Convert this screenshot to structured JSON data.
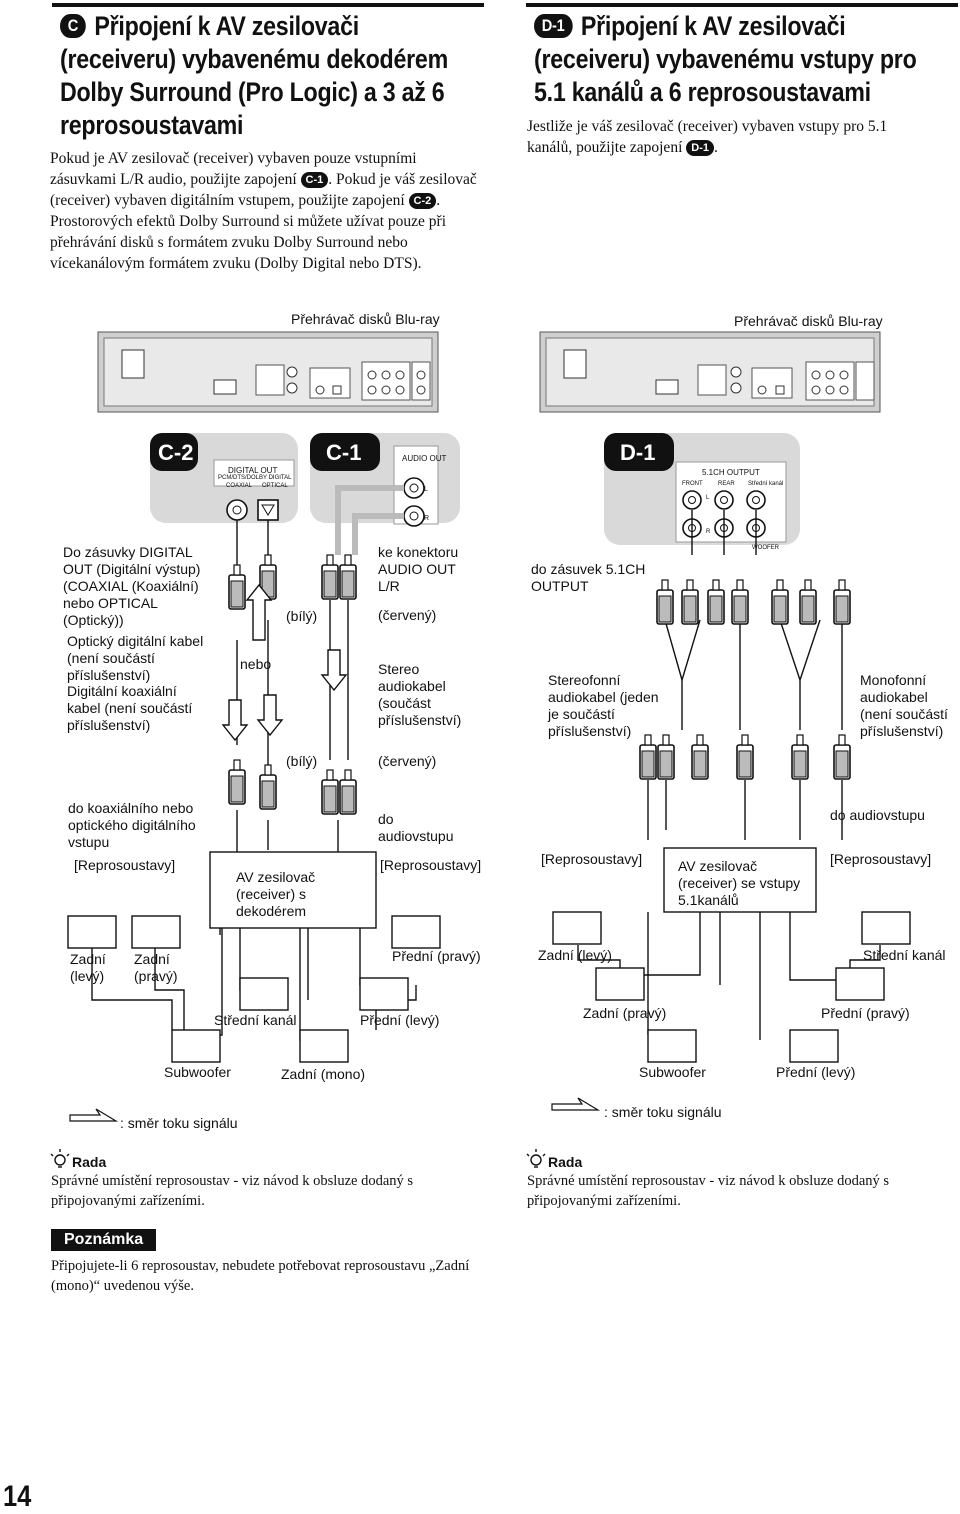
{
  "left": {
    "badge": "C",
    "title_lines": [
      "Připojení k AV zesilovači",
      "(receiveru) vybavenému dekodérem",
      "Dolby Surround (Pro Logic) a 3 až 6",
      "reprosoustavami"
    ],
    "p1_a": "Pokud je AV zesilovač (receiver) vybaven pouze vstupními zásuvkami L/R audio, použijte zapojení",
    "badge_c1": "C-1",
    "p1_b": ". Pokud je váš zesilovač (receiver) vybaven digitálním vstupem, použijte zapojení",
    "badge_c2": "C-2",
    "p1_c": ".",
    "p2": "Prostorových efektů Dolby Surround si můžete užívat pouze při přehrávání disků s formátem zvuku Dolby Surround nebo vícekanálovým formátem zvuku (Dolby Digital nebo DTS)."
  },
  "right": {
    "badge": "D-1",
    "title_lines": [
      "Připojení k AV zesilovači",
      "(receiveru) vybavenému vstupy pro",
      "5.1 kanálů a 6 reprosoustavami"
    ],
    "p1_a": "Jestliže je váš zesilovač (receiver) vybaven vstupy pro 5.1 kanálů, použijte zapojení",
    "badge_d1": "D-1",
    "p1_b": "."
  },
  "diagram_left": {
    "player_label": "Přehrávač disků Blu-ray",
    "c2_tag": "C-2",
    "c1_tag": "C-1",
    "digital_out": "DIGITAL OUT",
    "pcm": "PCM/DTS/DOLBY DIGITAL",
    "coaxial": "COAXIAL",
    "optical": "OPTICAL",
    "audio_out": "AUDIO OUT",
    "jack_l": "L",
    "jack_r": "R",
    "lbl_digital_out": "Do zásuvky DIGITAL OUT (Digitální výstup) (COAXIAL (Koaxiální) nebo OPTICAL (Optický))",
    "lbl_optical_cable": "Optický digitální kabel (není součástí příslušenství)",
    "lbl_coax_cable": "Digitální koaxiální kabel (není součástí příslušenství)",
    "nebo": "nebo",
    "bily1": "(bílý)",
    "bily2": "(bílý)",
    "ke_konektoru": "ke konektoru AUDIO OUT L/R",
    "cerveny1": "(červený)",
    "cerveny2": "(červený)",
    "stereo_cable": "Stereo audiokabel (součást příslušenství)",
    "to_coax_optical": "do koaxiálního nebo optického digitálního vstupu",
    "to_audio_in": "do audiovstupu",
    "speakers1": "[Reprosoustavy]",
    "speakers2": "[Reprosoustavy]",
    "receiver": "AV zesilovač (receiver) s dekodérem",
    "rear_left": "Zadní (levý)",
    "rear_right": "Zadní (pravý)",
    "front_right": "Přední (pravý)",
    "center": "Střední kanál",
    "front_left": "Přední (levý)",
    "subwoofer": "Subwoofer",
    "rear_mono": "Zadní (mono)",
    "signal_flow": ": směr toku signálu"
  },
  "diagram_right": {
    "player_label": "Přehrávač disků Blu-ray",
    "d1_tag": "D-1",
    "ch_output": "5.1CH OUTPUT",
    "front": "FRONT",
    "rear": "REAR",
    "center": "Střední kanál",
    "jack_l": "L",
    "jack_r": "R",
    "woofer": "WOOFER",
    "to_51": "do zásuvek 5.1CH OUTPUT",
    "stereo_cable": "Stereofonní audiokabel (jeden je součástí příslušenství)",
    "mono_cable": "Monofonní audiokabel (není součástí příslušenství)",
    "to_audio_in": "do audiovstupu",
    "speakers1": "[Reprosoustavy]",
    "speakers2": "[Reprosoustavy]",
    "receiver": "AV zesilovač (receiver) se vstupy 5.1kanálů",
    "rear_left": "Zadní (levý)",
    "rear_right": "Zadní (pravý)",
    "front_right": "Přední (pravý)",
    "subwoofer": "Subwoofer",
    "front_left": "Přední (levý)",
    "signal_flow": ": směr toku signálu"
  },
  "tips": {
    "left_heading": "Rada",
    "left_body": "Správné umístění reprosoustav - viz návod k obsluze dodaný s připojovanými zařízeními.",
    "right_heading": "Rada",
    "right_body": "Správné umístění reprosoustav - viz návod k obsluze dodaný s připojovanými zařízeními."
  },
  "note": {
    "tag": "Poznámka",
    "body": "Připojujete-li 6 reprosoustav, nebudete potřebovat reprosoustavu „Zadní (mono)“ uvedenou výše."
  },
  "page_number": "14"
}
